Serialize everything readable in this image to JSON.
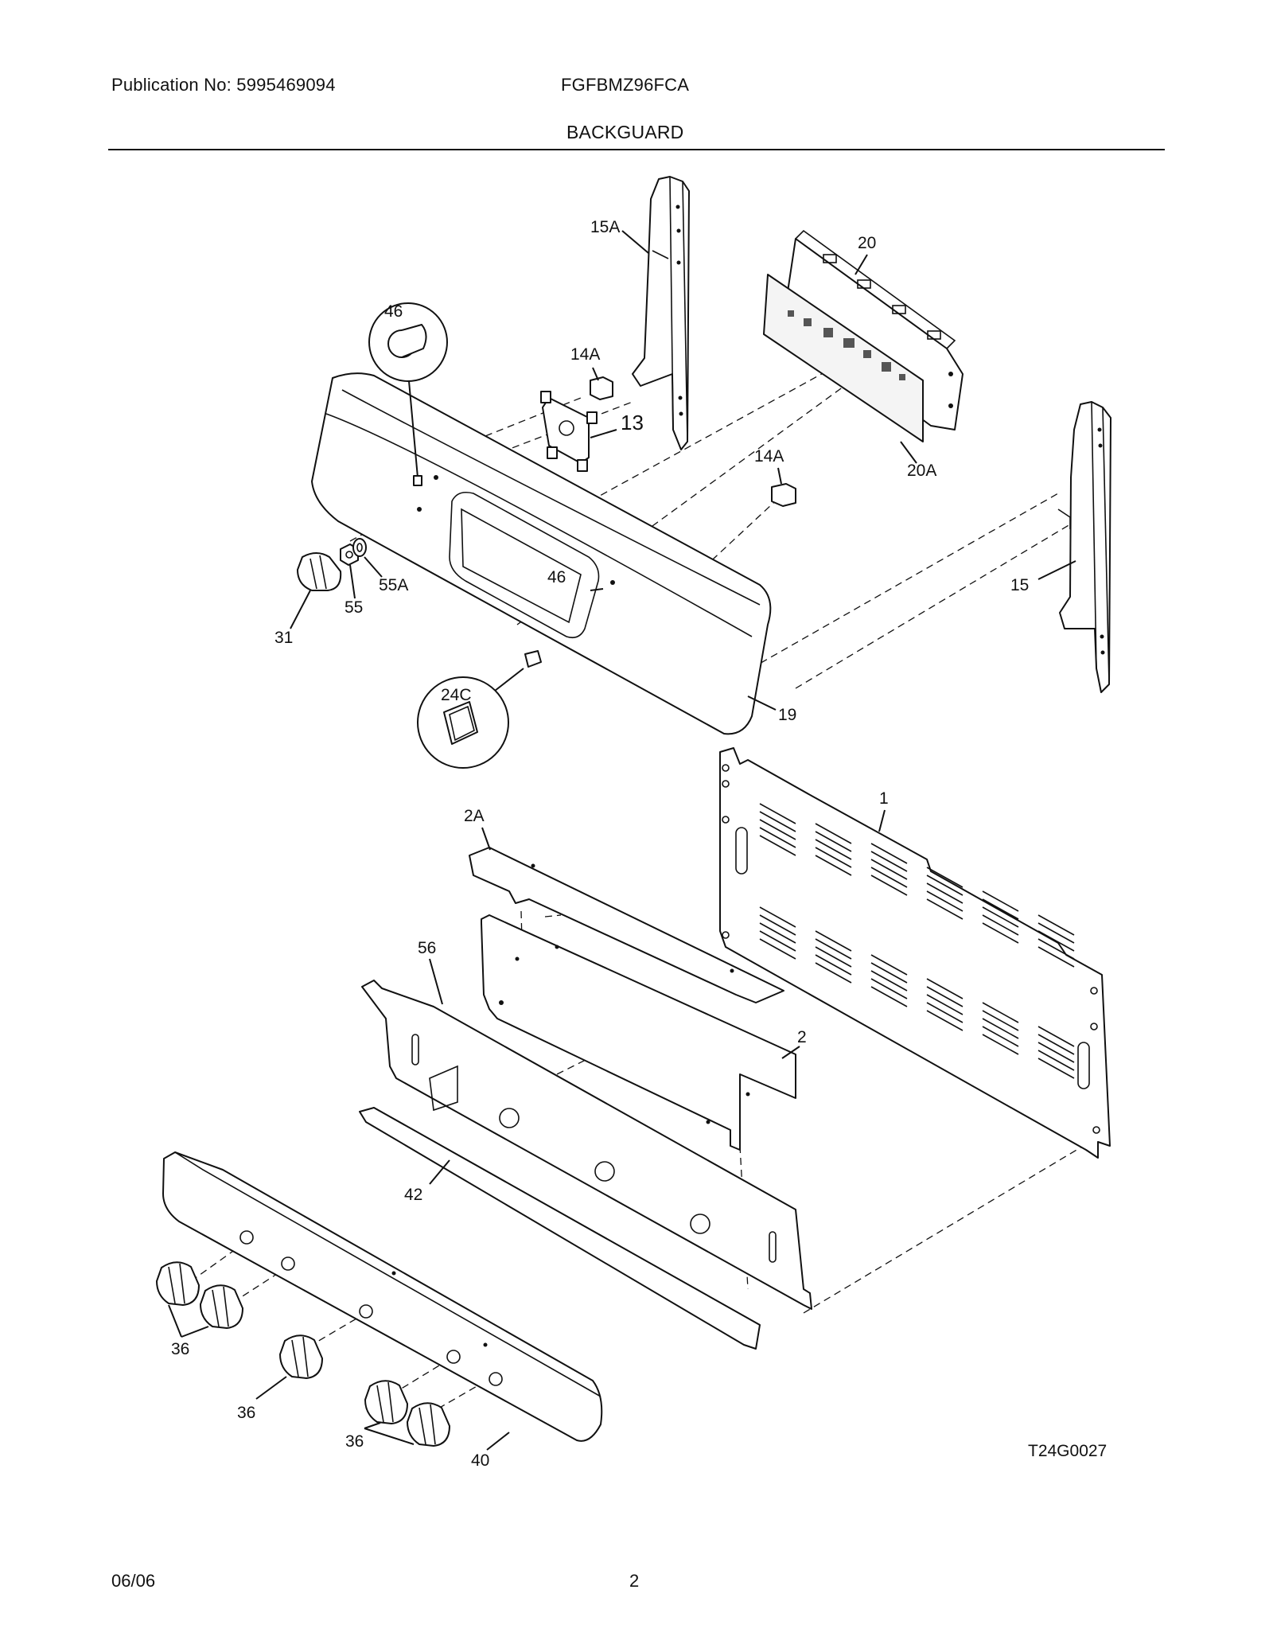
{
  "header": {
    "publication": "Publication No: 5995469094",
    "model": "FGFBMZ96FCA",
    "section": "BACKGUARD"
  },
  "diagram_code": "T24G0027",
  "callouts": {
    "c15A": "15A",
    "c20": "20",
    "c46top": "46",
    "c14Atop": "14A",
    "c13": "13",
    "c20A": "20A",
    "c14Aright": "14A",
    "c15": "15",
    "c46mid": "46",
    "c55A": "55A",
    "c55": "55",
    "c31": "31",
    "c24C": "24C",
    "c19": "19",
    "c1": "1",
    "c2A": "2A",
    "c56": "56",
    "c2": "2",
    "c42": "42",
    "c36a": "36",
    "c36b": "36",
    "c36c": "36",
    "c40": "40"
  },
  "footer": {
    "date": "06/06",
    "page": "2"
  }
}
